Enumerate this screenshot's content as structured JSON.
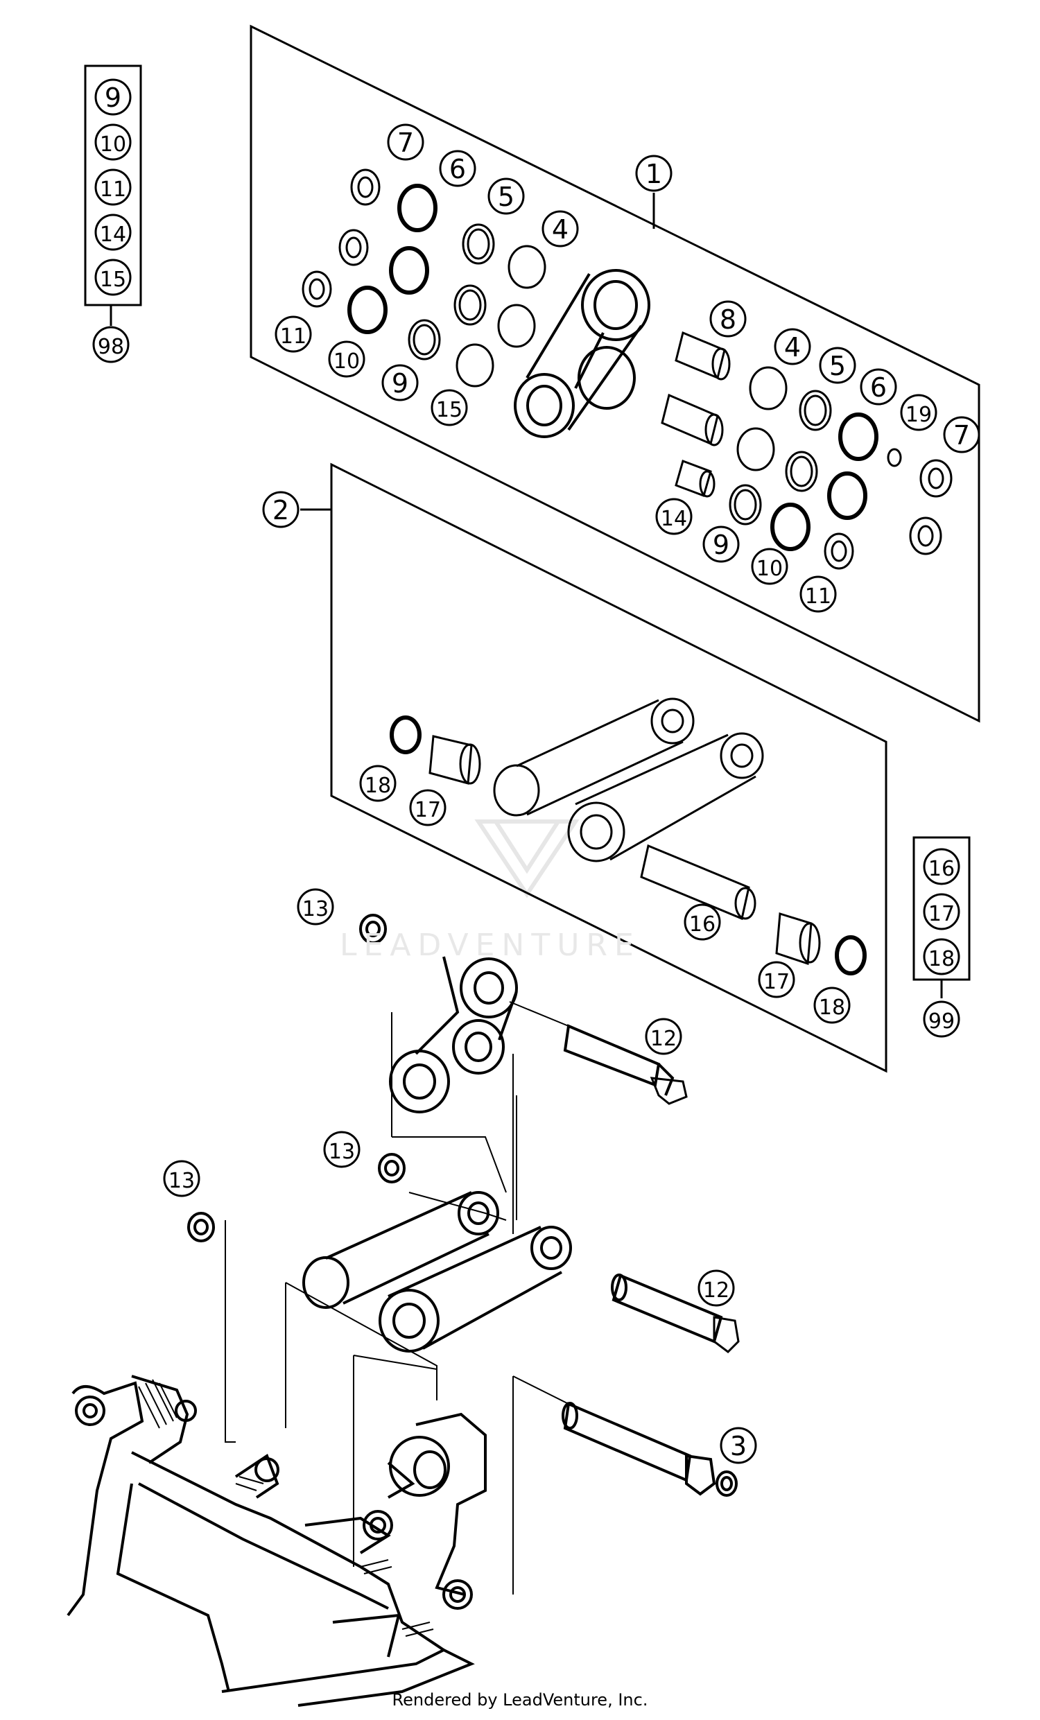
{
  "diagram": {
    "callouts": [
      "1",
      "2",
      "3",
      "4",
      "5",
      "6",
      "7",
      "8",
      "9",
      "10",
      "11",
      "12",
      "13",
      "14",
      "15",
      "16",
      "17",
      "18",
      "19"
    ],
    "kit_98_items": [
      "9",
      "10",
      "11",
      "14",
      "15"
    ],
    "kit_98_label": "98",
    "kit_99_items": [
      "16",
      "17",
      "18"
    ],
    "kit_99_label": "99"
  },
  "watermark": {
    "text": "LEADVENTURE"
  },
  "footer": {
    "text": "Rendered by LeadVenture, Inc."
  },
  "colors": {
    "line": "#000000",
    "background": "#ffffff",
    "watermark": "#e6e6e6"
  }
}
